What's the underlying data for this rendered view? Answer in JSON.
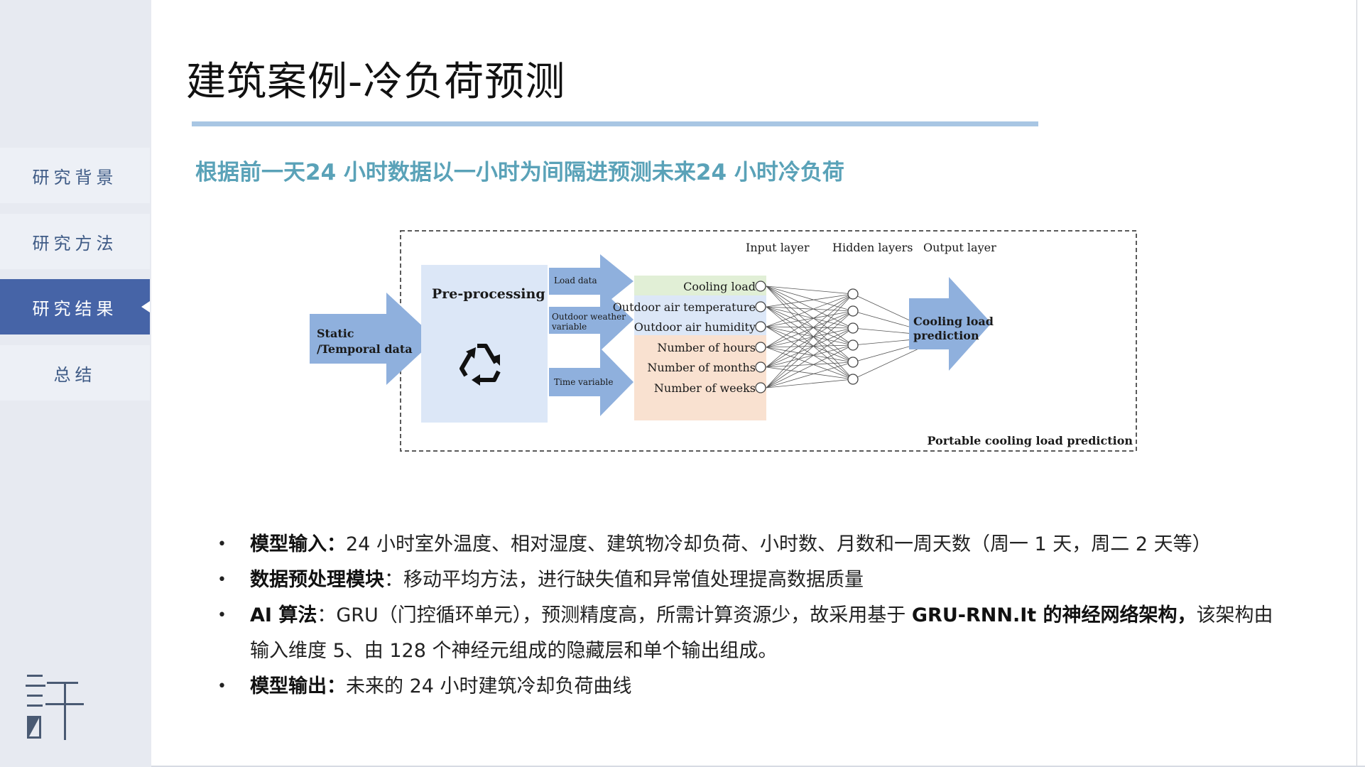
{
  "slide": {
    "title": "建筑案例-冷负荷预测",
    "subtitle": "根据前一天24 小时数据以一小时为间隔进预测未来24 小时冷负荷"
  },
  "sidebar": {
    "items": [
      {
        "label": "研究背景",
        "active": false
      },
      {
        "label": "研究方法",
        "active": false
      },
      {
        "label": "研究结果",
        "active": true
      },
      {
        "label": "总结",
        "active": false
      }
    ],
    "logo_icon": "xu-logo-icon"
  },
  "diagram": {
    "static_label_1": "Static",
    "static_label_2": "/Temporal data",
    "preprocessing_label": "Pre-processing",
    "recycle_icon": "recycle-icon",
    "arrow_load": "Load data",
    "arrow_weather_1": "Outdoor weather",
    "arrow_weather_2": "variable",
    "arrow_time": "Time variable",
    "inputs": [
      "Cooling load",
      "Outdoor air temperature",
      "Outdoor air humidity",
      "Number of hours",
      "Number of months",
      "Number of weeks"
    ],
    "input_layer": "Input layer",
    "hidden_layers": "Hidden layers",
    "output_layer": "Output layer",
    "output_label_1": "Cooling load",
    "output_label_2": "prediction",
    "footer": "Portable cooling load prediction",
    "colors": {
      "arrow": "#8fb0dd",
      "box": "#dce7f7",
      "green": "#e1efd6",
      "orange": "#f9e1d0"
    }
  },
  "bullets": [
    {
      "bold": "模型输入：",
      "text": "24 小时室外温度、相对湿度、建筑物冷却负荷、小时数、月数和一周天数（周一 1 天，周二 2 天等）"
    },
    {
      "bold": "数据预处理模块",
      "text": "：移动平均方法，进行缺失值和异常值处理提高数据质量"
    },
    {
      "bold": "AI 算法",
      "text": "：GRU（门控循环单元），预测精度高，所需计算资源少，故采用基于 ",
      "bold2": "GRU-RNN.It 的神经网络架构，",
      "text2": "该架构由输入维度 5、由 128 个神经元组成的隐藏层和单个输出组成。"
    },
    {
      "bold": "模型输出：",
      "text": "未来的 24 小时建筑冷却负荷曲线"
    }
  ]
}
